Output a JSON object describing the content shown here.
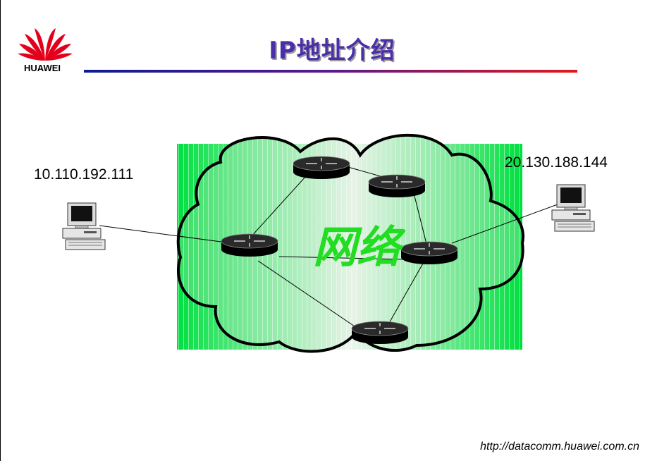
{
  "brand": {
    "name": "HUAWEI",
    "logo_icon": "huawei-petal-logo-icon",
    "logo_color": "#e3001b"
  },
  "title": "IP地址介绍",
  "diagram": {
    "cloud_label": "网络",
    "left_host": {
      "ip": "10.110.192.111",
      "icon": "desktop-computer-icon"
    },
    "right_host": {
      "ip": "20.130.188.144",
      "icon": "desktop-computer-icon"
    },
    "router_icon": "router-icon",
    "colors": {
      "cloud_green": "#00e040",
      "label_green": "#22dd22",
      "title": "#4b2ea8"
    }
  },
  "footer_url": "http://datacomm.huawei.com.cn"
}
